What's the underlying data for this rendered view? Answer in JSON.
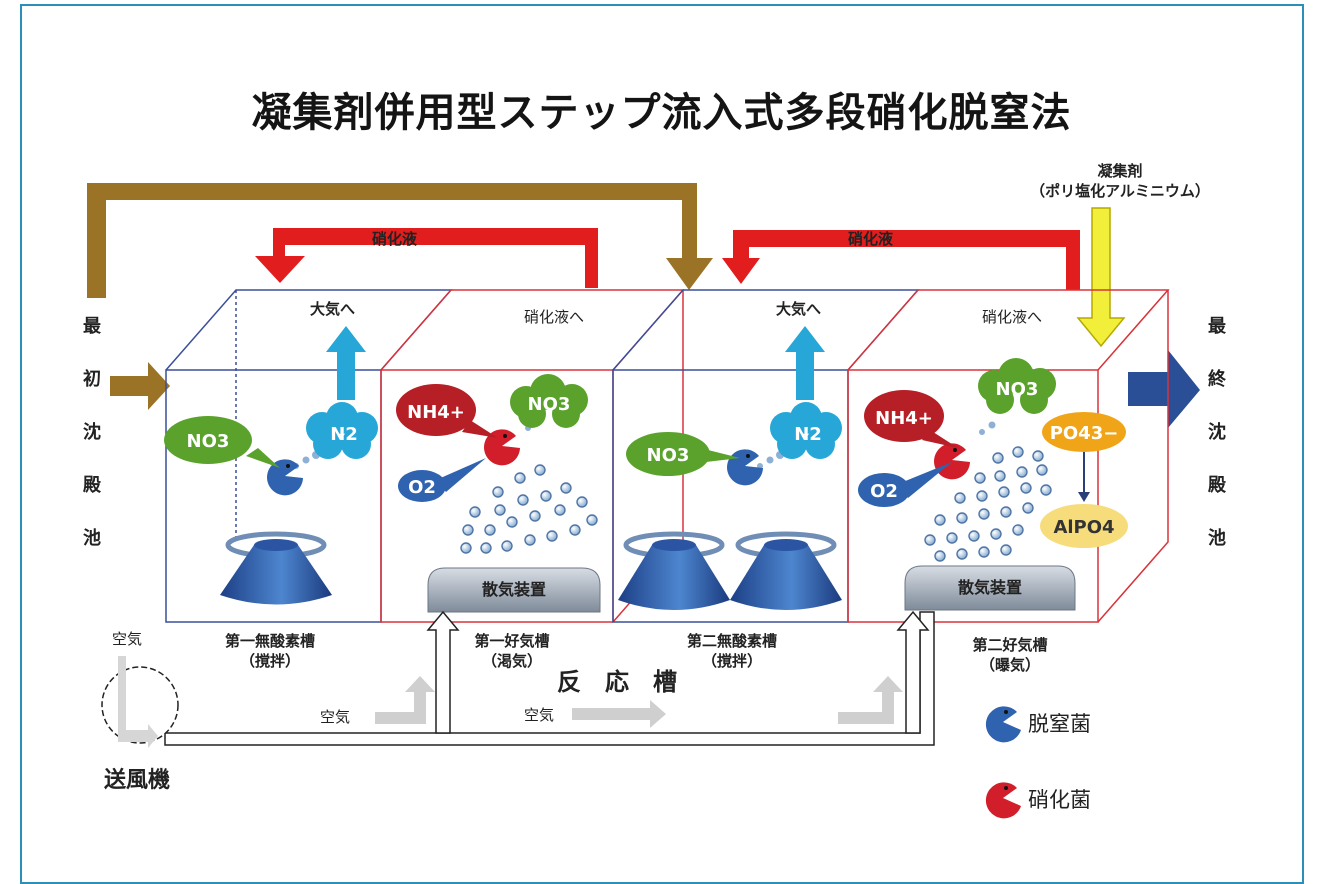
{
  "title": "凝集剤併用型ステップ流入式多段硝化脱窒法",
  "coagulant": {
    "name": "凝集剤",
    "detail": "（ポリ塩化アルミニウム）"
  },
  "primary_clarifier": [
    "最",
    "初",
    "沈",
    "殿",
    "池"
  ],
  "final_clarifier": [
    "最",
    "終",
    "沈",
    "殿",
    "池"
  ],
  "nitrified_liquid": [
    "硝化液",
    "硝化液"
  ],
  "to_atmosphere": [
    "大気へ",
    "大気へ"
  ],
  "to_nitrified_liquid": [
    "硝化液へ",
    "硝化液へ"
  ],
  "tanks": [
    {
      "name": "第一無酸素槽",
      "mode": "（撹拌）"
    },
    {
      "name": "第一好気槽",
      "mode": "（渇気）"
    },
    {
      "name": "第二無酸素槽",
      "mode": "（撹拌）"
    },
    {
      "name": "第二好気槽",
      "mode": "（曝気）"
    }
  ],
  "reaction_tank": "反　応　槽",
  "diffuser": [
    "散気装置",
    "散気装置"
  ],
  "air": [
    "空気",
    "空気",
    "空気"
  ],
  "blower": "送風機",
  "chem": {
    "no3": [
      "NO3",
      "NO3",
      "NO3",
      "NO3"
    ],
    "n2": [
      "N2",
      "N2"
    ],
    "nh4": [
      "NH4+",
      "NH4+"
    ],
    "o2": [
      "O2",
      "O2"
    ],
    "po4": "PO43−",
    "alpo4": "AlPO4"
  },
  "legend": [
    {
      "label": "脱窒菌",
      "color": "#2f63b0"
    },
    {
      "label": "硝化菌",
      "color": "#d21e2b"
    }
  ],
  "colors": {
    "border": "#2c8fb8",
    "return_flow": "#9a7326",
    "nitrified_arrow": "#e21d1d",
    "coagulant_arrow": "#f2ef3a",
    "outflow_arrow": "#2a4f96",
    "n2_arrow": "#27a7d8",
    "anoxic_tank": "#3b4f9a",
    "aerobic_tank": "#d9333a"
  }
}
